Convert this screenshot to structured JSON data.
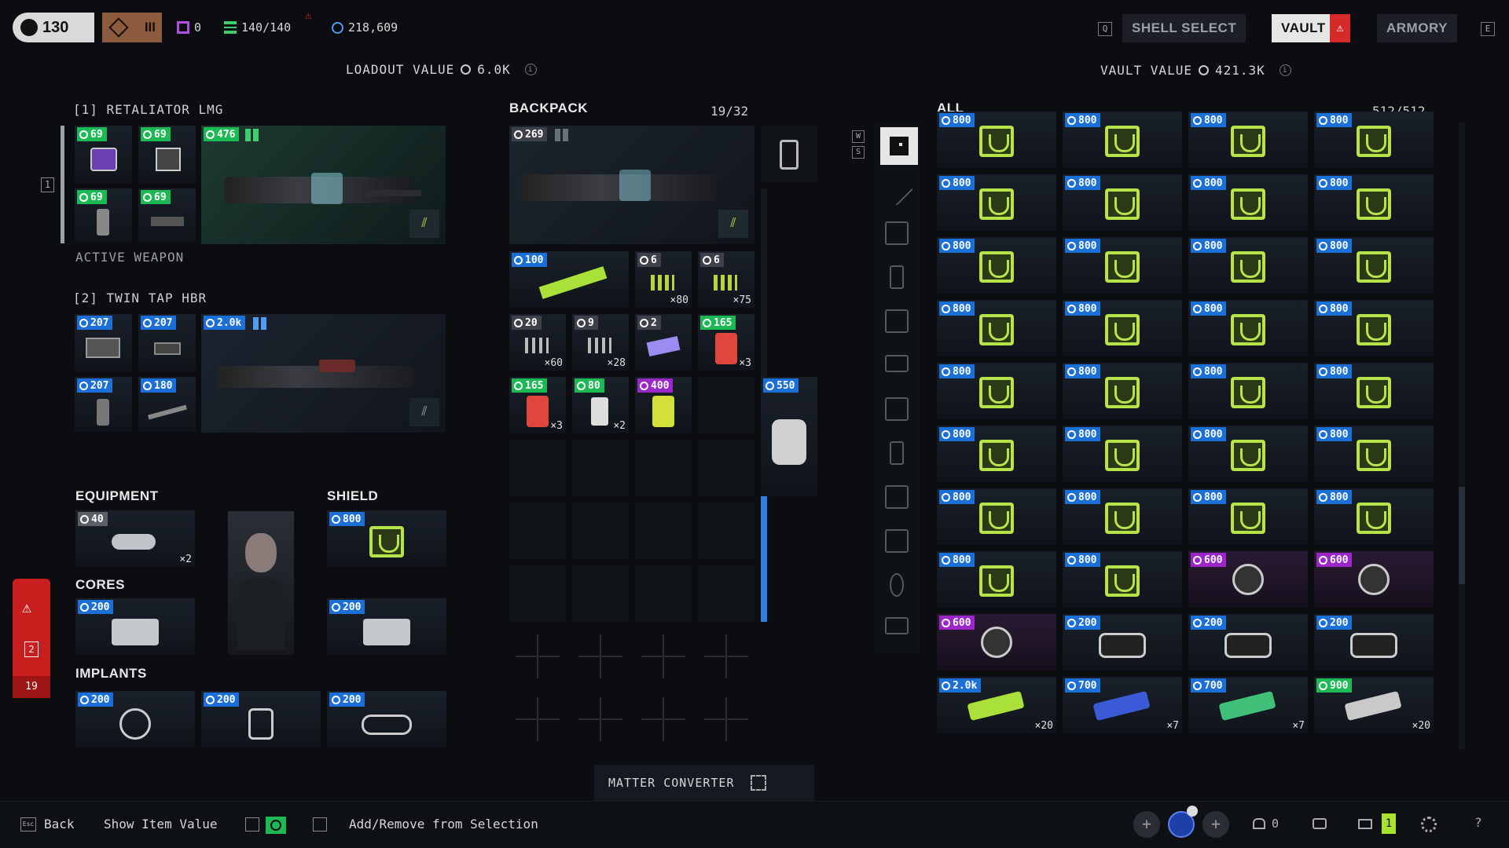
{
  "topbar": {
    "level": "130",
    "tier": "III",
    "keys_count": "0",
    "capacity": "140/140",
    "currency": "218,609",
    "shell_select_key": "Q",
    "shell_select": "SHELL SELECT",
    "vault": "VAULT",
    "armory": "ARMORY",
    "armory_key": "E"
  },
  "loadout": {
    "value_label": "LOADOUT VALUE",
    "value": "6.0K",
    "weapon1": {
      "title": "[1] RETALIATOR LMG",
      "slot_key": "1",
      "mods": [
        "69",
        "69",
        "69",
        "69"
      ],
      "price": "476",
      "status": "ACTIVE WEAPON"
    },
    "weapon2": {
      "title": "[2] TWIN TAP HBR",
      "mods": [
        "207",
        "207",
        "207",
        "180"
      ],
      "price": "2.0k"
    },
    "equipment": {
      "title": "EQUIPMENT",
      "price": "40",
      "qty": "×2"
    },
    "shield": {
      "title": "SHIELD",
      "price": "800"
    },
    "cores": {
      "title": "CORES",
      "price1": "200",
      "price2": "200"
    },
    "implants": {
      "title": "IMPLANTS",
      "prices": [
        "200",
        "200",
        "200"
      ]
    }
  },
  "backpack": {
    "title": "BACKPACK",
    "count": "19/32",
    "weapon_price": "269",
    "items": [
      {
        "price": "100",
        "color": "blue",
        "qty": ""
      },
      {
        "price": "6",
        "color": "grey",
        "qty": "×80"
      },
      {
        "price": "6",
        "color": "grey",
        "qty": "×75"
      },
      {
        "price": "20",
        "color": "grey",
        "qty": "×60"
      },
      {
        "price": "9",
        "color": "grey",
        "qty": "×28"
      },
      {
        "price": "2",
        "color": "grey",
        "qty": ""
      },
      {
        "price": "165",
        "color": "green",
        "qty": "×3"
      },
      {
        "price": "165",
        "color": "green",
        "qty": "×3"
      },
      {
        "price": "80",
        "color": "green",
        "qty": "×2"
      },
      {
        "price": "400",
        "color": "purple",
        "qty": ""
      }
    ],
    "side_item_price": "550",
    "matter_converter": "MATTER CONVERTER",
    "hotkeys": [
      "W",
      "S"
    ]
  },
  "vault": {
    "value_label": "VAULT VALUE",
    "value": "421.3K",
    "filter": "ALL",
    "count": "512/512",
    "rows": [
      [
        {
          "p": "800",
          "c": "blue",
          "q": ""
        },
        {
          "p": "800",
          "c": "blue",
          "q": ""
        },
        {
          "p": "800",
          "c": "blue",
          "q": ""
        },
        {
          "p": "800",
          "c": "blue",
          "q": ""
        }
      ],
      [
        {
          "p": "800",
          "c": "blue",
          "q": ""
        },
        {
          "p": "800",
          "c": "blue",
          "q": ""
        },
        {
          "p": "800",
          "c": "blue",
          "q": ""
        },
        {
          "p": "800",
          "c": "blue",
          "q": ""
        }
      ],
      [
        {
          "p": "800",
          "c": "blue",
          "q": ""
        },
        {
          "p": "800",
          "c": "blue",
          "q": ""
        },
        {
          "p": "800",
          "c": "blue",
          "q": ""
        },
        {
          "p": "800",
          "c": "blue",
          "q": ""
        }
      ],
      [
        {
          "p": "800",
          "c": "blue",
          "q": ""
        },
        {
          "p": "800",
          "c": "blue",
          "q": ""
        },
        {
          "p": "800",
          "c": "blue",
          "q": ""
        },
        {
          "p": "800",
          "c": "blue",
          "q": ""
        }
      ],
      [
        {
          "p": "800",
          "c": "blue",
          "q": ""
        },
        {
          "p": "800",
          "c": "blue",
          "q": ""
        },
        {
          "p": "800",
          "c": "blue",
          "q": ""
        },
        {
          "p": "800",
          "c": "blue",
          "q": ""
        }
      ],
      [
        {
          "p": "800",
          "c": "blue",
          "q": ""
        },
        {
          "p": "800",
          "c": "blue",
          "q": ""
        },
        {
          "p": "800",
          "c": "blue",
          "q": ""
        },
        {
          "p": "800",
          "c": "blue",
          "q": ""
        }
      ],
      [
        {
          "p": "800",
          "c": "blue",
          "q": ""
        },
        {
          "p": "800",
          "c": "blue",
          "q": ""
        },
        {
          "p": "800",
          "c": "blue",
          "q": ""
        },
        {
          "p": "800",
          "c": "blue",
          "q": ""
        }
      ],
      [
        {
          "p": "800",
          "c": "blue",
          "q": ""
        },
        {
          "p": "800",
          "c": "blue",
          "q": ""
        },
        {
          "p": "600",
          "c": "purple",
          "q": ""
        },
        {
          "p": "600",
          "c": "purple",
          "q": ""
        }
      ],
      [
        {
          "p": "600",
          "c": "purple",
          "q": ""
        },
        {
          "p": "200",
          "c": "blue",
          "q": ""
        },
        {
          "p": "200",
          "c": "blue",
          "q": ""
        },
        {
          "p": "200",
          "c": "blue",
          "q": ""
        }
      ],
      [
        {
          "p": "2.0k",
          "c": "blue",
          "q": "×20"
        },
        {
          "p": "700",
          "c": "blue",
          "q": "×7"
        },
        {
          "p": "700",
          "c": "blue",
          "q": "×7"
        },
        {
          "p": "900",
          "c": "green",
          "q": "×20"
        }
      ]
    ]
  },
  "left_panel": {
    "number": "2",
    "count": "19"
  },
  "footer": {
    "back_key": "Esc",
    "back": "Back",
    "show_item_value": "Show Item Value",
    "add_remove": "Add/Remove from Selection",
    "friends_count": "0",
    "mail_count": "1"
  }
}
